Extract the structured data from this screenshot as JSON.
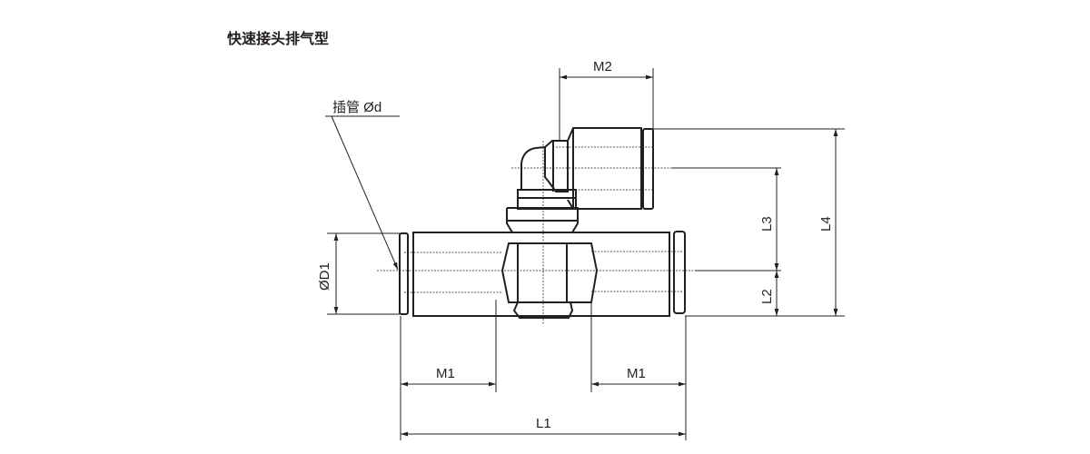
{
  "title": "快速接头排气型",
  "labels": {
    "tube": "插管 Ød",
    "m2": "M2",
    "l3": "L3",
    "l4": "L4",
    "l2": "L2",
    "d1": "ØD1",
    "m1_left": "M1",
    "m1_right": "M1",
    "l1": "L1"
  }
}
